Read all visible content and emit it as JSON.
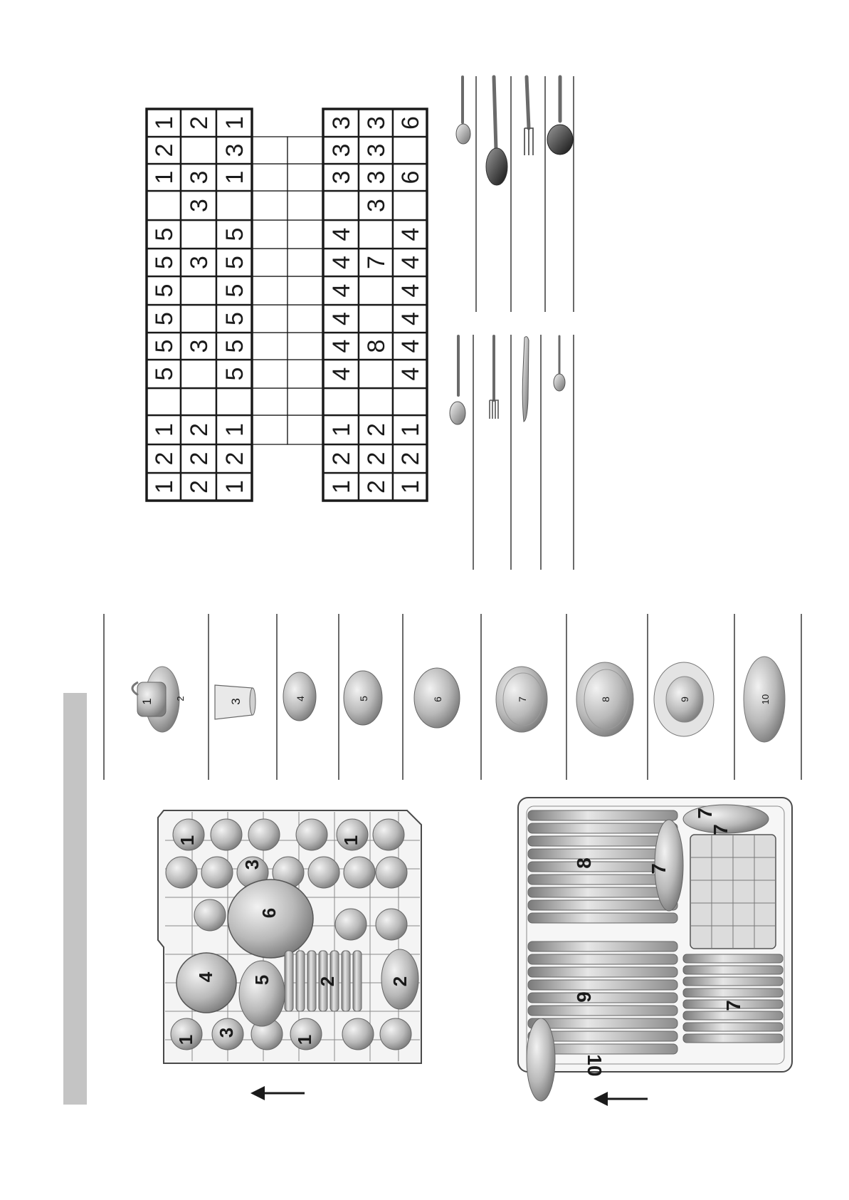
{
  "colors": {
    "background": "#ffffff",
    "ink": "#1a1a1a",
    "side_bar": "#c4c4c4",
    "dish_fill": "#b8b8b8",
    "dish_dark": "#8a8a8a",
    "rack_wire": "#4a4a4a"
  },
  "cutlery_basket": {
    "rows": [
      [
        "1",
        "2",
        "1",
        "",
        "5",
        "5",
        "5",
        "5",
        "5",
        "5",
        "",
        "1",
        "2",
        "1"
      ],
      [
        "2",
        "2",
        "2",
        "",
        "",
        "3",
        "",
        "",
        "3",
        "",
        "3",
        "3",
        "",
        "2"
      ],
      [
        "1",
        "2",
        "1",
        "",
        "5",
        "5",
        "5",
        "5",
        "5",
        "5",
        "",
        "1",
        "3",
        "1"
      ],
      [
        "",
        "",
        "",
        "",
        "",
        "",
        "",
        "",
        "",
        "",
        "",
        "",
        "",
        ""
      ],
      [
        "",
        "",
        "",
        "",
        "",
        "",
        "",
        "",
        "",
        "",
        "",
        "",
        "",
        ""
      ],
      [
        "1",
        "2",
        "1",
        "",
        "4",
        "4",
        "4",
        "4",
        "4",
        "4",
        "",
        "3",
        "3",
        "3"
      ],
      [
        "2",
        "2",
        "2",
        "",
        "",
        "8",
        "",
        "",
        "7",
        "",
        "3",
        "3",
        "3",
        "3"
      ],
      [
        "1",
        "2",
        "1",
        "",
        "4",
        "4",
        "4",
        "4",
        "4",
        "4",
        "",
        "6",
        "",
        "6"
      ]
    ]
  },
  "cutlery_legend": [
    "tea-spoon-icon",
    "fork-icon",
    "knife-icon",
    "small-spoon-icon",
    "dessert-spoon-icon",
    "serving-spoon-icon",
    "serving-fork-icon",
    "ladle-icon"
  ],
  "dish_legend": [
    {
      "icon": "cup-and-saucer-icon",
      "labels": [
        "1",
        "2"
      ]
    },
    {
      "icon": "glass-icon",
      "labels": [
        "3"
      ]
    },
    {
      "icon": "small-bowl-icon",
      "labels": [
        "4"
      ]
    },
    {
      "icon": "medium-bowl-icon",
      "labels": [
        "5"
      ]
    },
    {
      "icon": "large-bowl-icon",
      "labels": [
        "6"
      ]
    },
    {
      "icon": "dessert-plate-icon",
      "labels": [
        "7"
      ]
    },
    {
      "icon": "dinner-plate-icon",
      "labels": [
        "8"
      ]
    },
    {
      "icon": "soup-plate-icon",
      "labels": [
        "9"
      ]
    },
    {
      "icon": "serving-platter-icon",
      "labels": [
        "10"
      ]
    }
  ],
  "upper_rack": {
    "labels": [
      "1",
      "1",
      "1",
      "1",
      "3",
      "3",
      "6",
      "4",
      "5",
      "2",
      "2"
    ],
    "direction_icon": "arrow-left-icon"
  },
  "lower_rack": {
    "labels": [
      "8",
      "7",
      "7",
      "7",
      "9",
      "7",
      "10"
    ],
    "direction_icon": "arrow-left-icon"
  }
}
